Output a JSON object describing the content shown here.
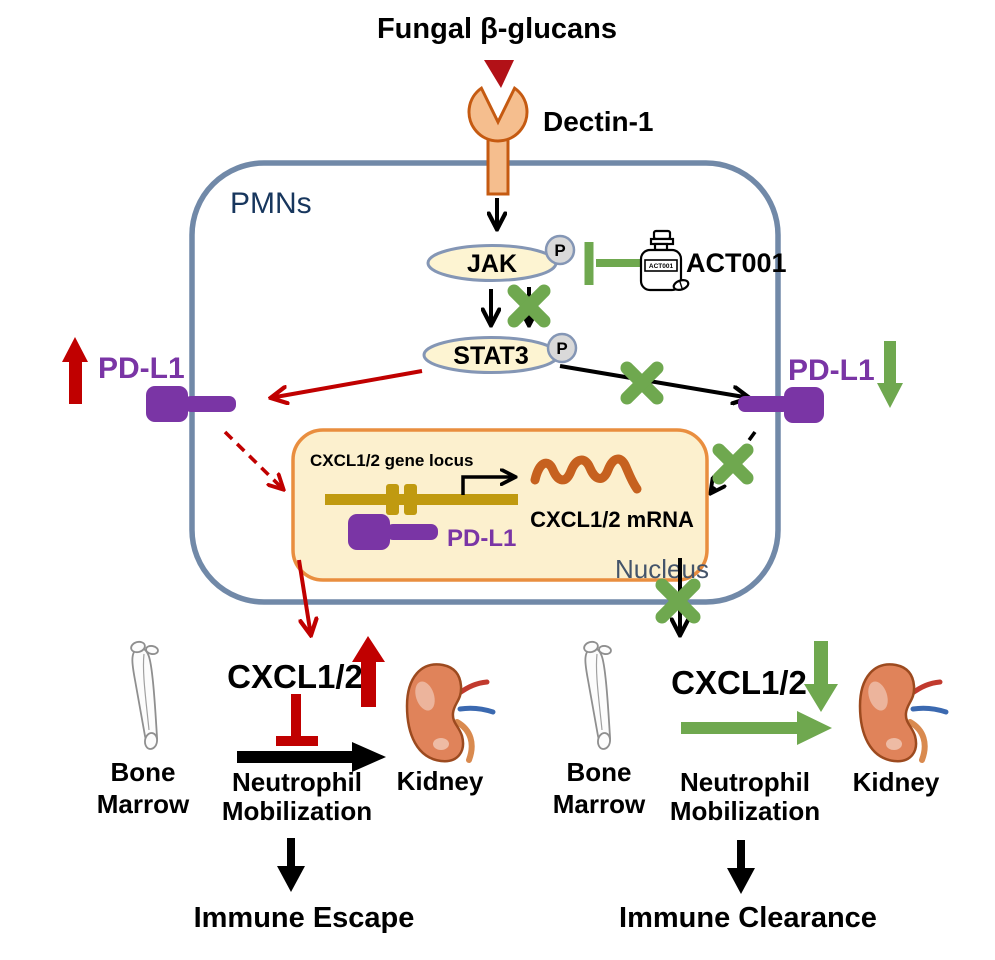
{
  "colors": {
    "red": "#C00000",
    "green": "#6FA84F",
    "purple": "#7A35A5",
    "gold": "#C09A10",
    "navy": "#17365D",
    "membrane": "#7189A8",
    "ovalfill": "#FDF4D2",
    "ovalborder": "#8496B5",
    "pfill": "#D9D9D9",
    "nucleusfill": "#FCF0CE",
    "nucleusborder": "#E98E3F",
    "mrna": "#C6611F",
    "dectinfill": "#F5BE8E",
    "dectinborder": "#C55A11",
    "trianglered": "#B21117",
    "graytext": "#44546A"
  },
  "title": "Fungal β-glucans",
  "cell": {
    "label": "PMNs"
  },
  "receptor": {
    "label": "Dectin-1"
  },
  "jak": {
    "label": "JAK",
    "phospho": "P"
  },
  "stat3": {
    "label": "STAT3",
    "phospho": "P"
  },
  "drug": {
    "label": "ACT001",
    "bottle_label": "ACT001"
  },
  "pdl1_left": {
    "label": "PD-L1"
  },
  "pdl1_right": {
    "label": "PD-L1"
  },
  "nucleus": {
    "label": "Nucleus",
    "gene_locus": "CXCL1/2 gene locus",
    "mrna_label": "CXCL1/2 mRNA",
    "pdl1": "PD-L1"
  },
  "left_branch": {
    "bone_line1": "Bone",
    "bone_line2": "Marrow",
    "cxcl": "CXCL1/2",
    "neutrophil_line1": "Neutrophil",
    "neutrophil_line2": "Mobilization",
    "kidney": "Kidney",
    "outcome": "Immune Escape"
  },
  "right_branch": {
    "bone_line1": "Bone",
    "bone_line2": "Marrow",
    "cxcl": "CXCL1/2",
    "neutrophil_line1": "Neutrophil",
    "neutrophil_line2": "Mobilization",
    "kidney": "Kidney",
    "outcome": "Immune Clearance"
  }
}
